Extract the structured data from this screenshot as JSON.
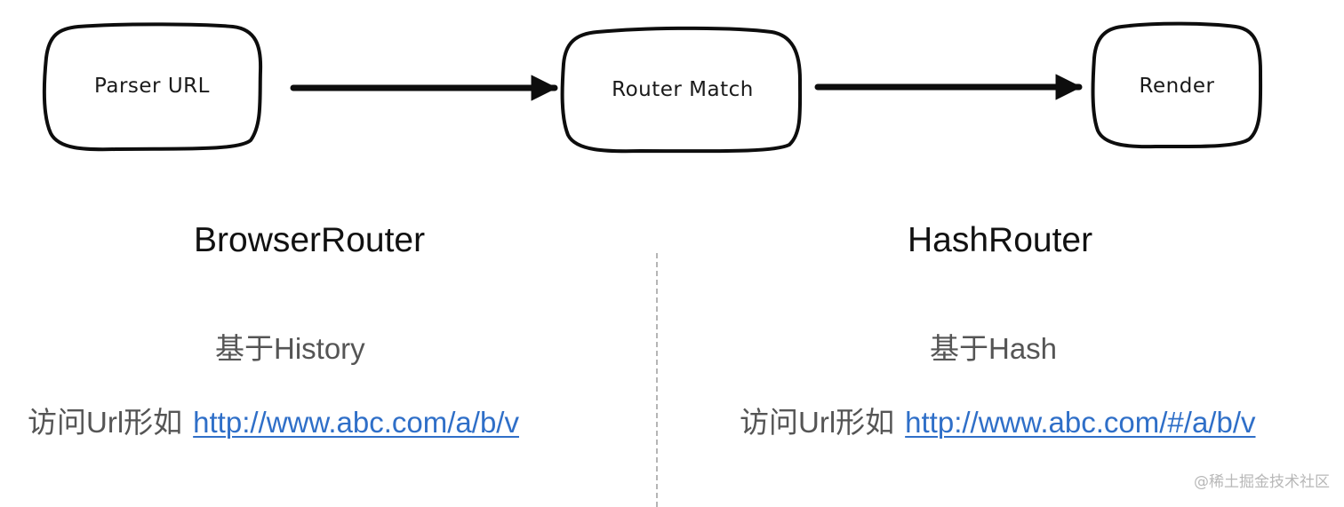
{
  "flow": {
    "steps": [
      {
        "label": "Parser URL"
      },
      {
        "label": "Router Match"
      },
      {
        "label": "Render"
      }
    ]
  },
  "routers": {
    "browser": {
      "title": "BrowserRouter",
      "based_on": "基于History",
      "url_prefix": "访问Url形如",
      "url": "http://www.abc.com/a/b/v"
    },
    "hash": {
      "title": "HashRouter",
      "based_on": "基于Hash",
      "url_prefix": "访问Url形如",
      "url": "http://www.abc.com/#/a/b/v"
    }
  },
  "watermark": "@稀土掘金技术社区",
  "colors": {
    "link": "#2f6fc8",
    "stroke": "#0d0d0d",
    "secondary_text": "#555555"
  }
}
